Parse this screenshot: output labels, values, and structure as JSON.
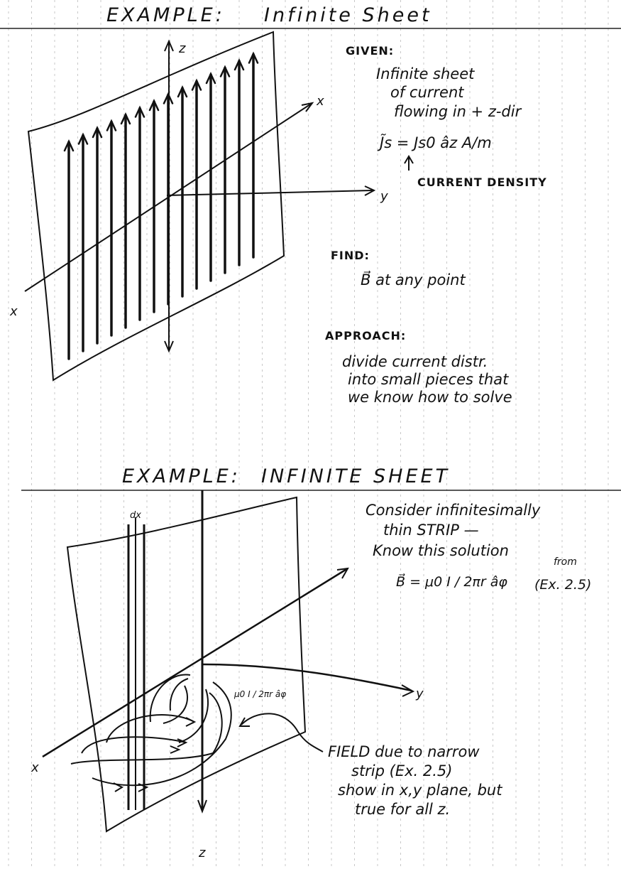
{
  "top": {
    "title_prefix": "EXAMPLE:",
    "title": "Infinite Sheet",
    "axis_z": "z",
    "axis_x_top": "x",
    "axis_y": "y",
    "axis_x_bottom": "x",
    "given_heading": "GIVEN:",
    "given_lines": [
      "Infinite sheet",
      "of current",
      "flowing in + z-dir"
    ],
    "js_formula": "J̃s = Js0 âz  A/m",
    "current_density": "CURRENT DENSITY",
    "find_heading": "FIND:",
    "find_line": "B⃗ at any point",
    "approach_heading": "APPROACH:",
    "approach_lines": [
      "divide current distr.",
      "into small pieces that",
      "we know how to solve"
    ]
  },
  "bottom": {
    "title_prefix": "EXAMPLE:",
    "title": "INFINITE SHEET",
    "dx_label": "dx",
    "consider_lines": [
      "Consider infinitesimally",
      "thin STRIP —",
      "Know this solution"
    ],
    "b_formula": "B⃗ = μ0 I / 2πr  âφ",
    "from_label": "from",
    "from_ref": "(Ex. 2.5)",
    "field_annot": "μ0 I / 2πr âφ",
    "axis_y": "y",
    "axis_x": "x",
    "axis_z": "z",
    "field_lines": [
      "FIELD due to narrow",
      "strip (Ex. 2.5)",
      "show in x,y plane, but",
      "true for all z."
    ]
  },
  "colors": {
    "ink": "#111111",
    "rule": "#b9b9b9",
    "paper": "#ffffff"
  }
}
